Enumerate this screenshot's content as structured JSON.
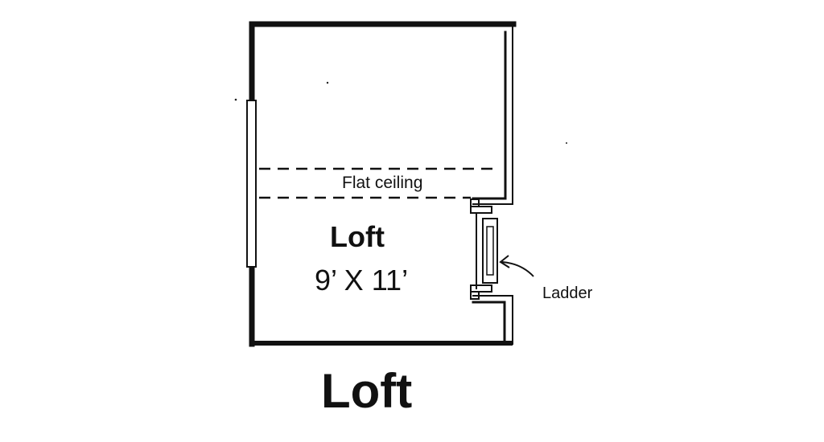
{
  "plan": {
    "title": "Loft",
    "room": {
      "name": "Loft",
      "dimensions": "9’ X 11’"
    },
    "annotations": {
      "flat_ceiling": "Flat ceiling",
      "ladder": "Ladder"
    },
    "colors": {
      "line": "#111111",
      "background": "#ffffff"
    }
  }
}
